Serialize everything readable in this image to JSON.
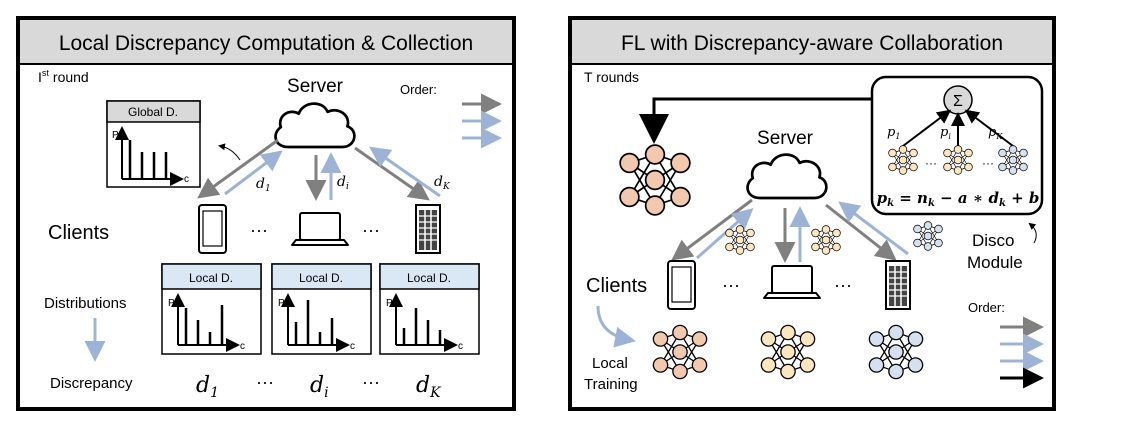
{
  "left_panel": {
    "title": "Local Discrepancy Computation & Collection",
    "round_prefix": "I",
    "round_sup": "st",
    "round_suffix": "round",
    "server": "Server",
    "order": "Order:",
    "global_box": {
      "title": "Global D.",
      "p": "P",
      "c": "c"
    },
    "clients": "Clients",
    "distributions": "Distributions",
    "discrepancy": "Discrepancy",
    "local_box": {
      "title": "Local D.",
      "p": "P",
      "c": "c"
    },
    "ellipsis": "···",
    "arrow_labels": {
      "d1": "d",
      "d1_sub": "1",
      "di": "d",
      "di_sub": "i",
      "dK": "d",
      "dK_sub": "K"
    },
    "discrepancy_values": [
      {
        "d": "d",
        "sub": "1"
      },
      {
        "d": "d",
        "sub": "i"
      },
      {
        "d": "d",
        "sub": "K"
      }
    ]
  },
  "right_panel": {
    "title": "FL with Discrepancy-aware Collaboration",
    "rounds": "T rounds",
    "server": "Server",
    "sigma": "Σ",
    "weights": [
      {
        "p": "p",
        "sub": "1"
      },
      {
        "p": "p",
        "sub": "i"
      },
      {
        "p": "p",
        "sub": "K"
      }
    ],
    "formula": "p",
    "formula_sub": "k",
    "formula_rest_1": " = n",
    "formula_rest_1_sub": "k",
    "formula_rest_2": " − a ∗ d",
    "formula_rest_2_sub": "k",
    "formula_rest_3": " + b",
    "module_line1": "Disco",
    "module_line2": "Module",
    "clients": "Clients",
    "local_line1": "Local",
    "local_line2": "Training",
    "order": "Order:",
    "ellipsis": "···"
  },
  "colors": {
    "title_bar": "#d9d9d9",
    "arrow_gray": "#808080",
    "arrow_blue": "#9db3d6",
    "local_header": "#dae7f5",
    "global_header": "#d9d9d9",
    "node_orange": "#f2c8ae",
    "node_yellow": "#fce6bf",
    "node_blue": "#d5e1ef"
  }
}
